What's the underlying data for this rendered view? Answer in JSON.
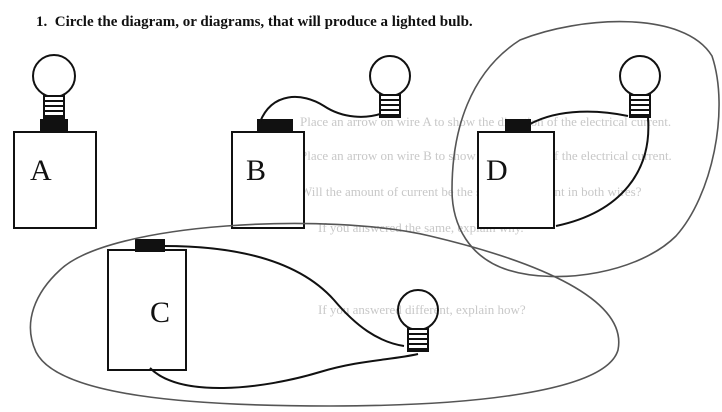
{
  "question": {
    "number": "1.",
    "text": "Circle the diagram, or diagrams, that will produce a lighted bulb."
  },
  "diagram_labels": {
    "a": "A",
    "b": "B",
    "c": "C",
    "d": "D"
  },
  "bleed_through_text": [
    "Place an arrow on wire A to show the direction of the electrical current.",
    "Place an arrow on wire B to show the direction of the electrical current.",
    "Will the amount of current be the same or different in both wires?",
    "If you answered the same, explain why.",
    "If you answered different, explain how?"
  ],
  "colors": {
    "ink": "#111111",
    "pencil": "#555555",
    "bleed": "#c8c8c8"
  }
}
